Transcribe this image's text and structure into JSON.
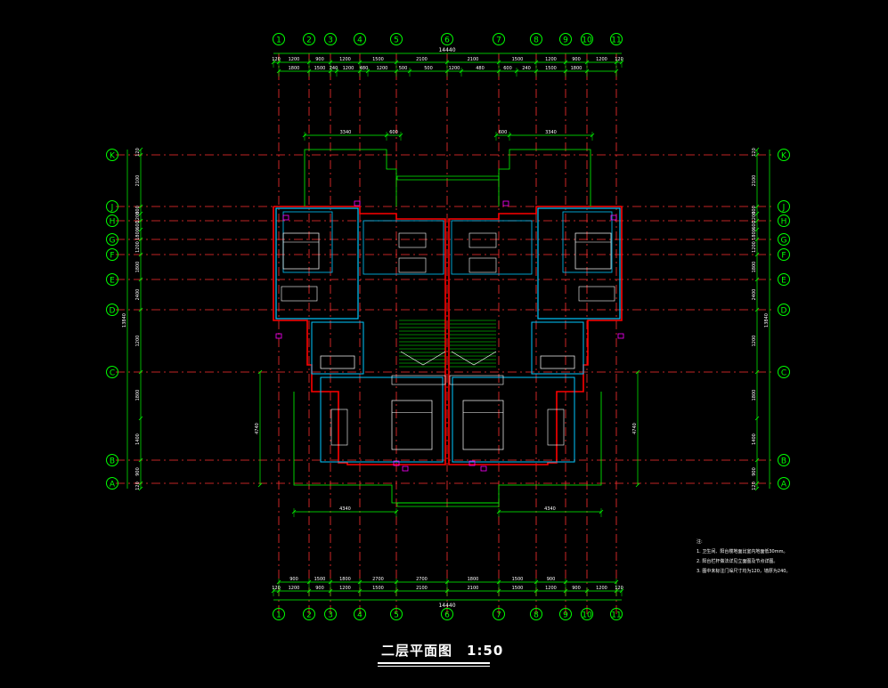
{
  "title": "二层平面图　1:50",
  "colors": {
    "grid": "#ff3030",
    "dim": "#00ff00",
    "wall_outer": "#ff0000",
    "wall_inner": "#00c8ff",
    "furniture": "#ffffff",
    "label": "#ff00ff",
    "text": "#ffffff",
    "bubble": "#00ff00"
  },
  "axes_x": [
    "1",
    "2",
    "3",
    "4",
    "5",
    "6",
    "7",
    "8",
    "9",
    "10",
    "11"
  ],
  "axes_y": [
    "K",
    "J",
    "H",
    "G",
    "F",
    "E",
    "D",
    "C",
    "B",
    "A"
  ],
  "top_total": "14440",
  "bottom_total": "14440",
  "top_dims_row1": [
    "120",
    "1200",
    "900",
    "1200",
    "1500",
    "2100",
    "2100",
    "1500",
    "1200",
    "900",
    "1200",
    "120"
  ],
  "top_dims_row2": [
    "1800",
    "1500",
    "240",
    "1200",
    "480",
    "1200",
    "500",
    "500",
    "1200",
    "480",
    "600",
    "240",
    "1500",
    "1800"
  ],
  "bottom_dims_row1": [
    "120",
    "1200",
    "900",
    "1200",
    "1500",
    "2100",
    "2100",
    "1500",
    "1200",
    "900",
    "1200",
    "120"
  ],
  "bottom_dims_row2": [
    "900",
    "1500",
    "1800",
    "2700",
    "2700",
    "1800",
    "1500",
    "900"
  ],
  "left_dims": [
    "120",
    "2100",
    "600",
    "1200",
    "600",
    "1800",
    "1200",
    "1800",
    "2400",
    "1200",
    "1800",
    "1400",
    "900",
    "120"
  ],
  "left_total": "13840",
  "right_total": "13840",
  "upper_balcony_dims": [
    "3340",
    "600",
    "600",
    "3340"
  ],
  "lower_balcony_dims": [
    "4340",
    "4340"
  ],
  "side_total_left": "4740",
  "side_total_right": "4740",
  "notes": [
    "注:",
    "1. 卫生间、阳台楼地面比室内地面低30mm。",
    "2. 阳台栏杆做法详见立面图及节点详图。",
    "3. 图中未标注门垛尺寸均为120，墙厚为240。"
  ]
}
